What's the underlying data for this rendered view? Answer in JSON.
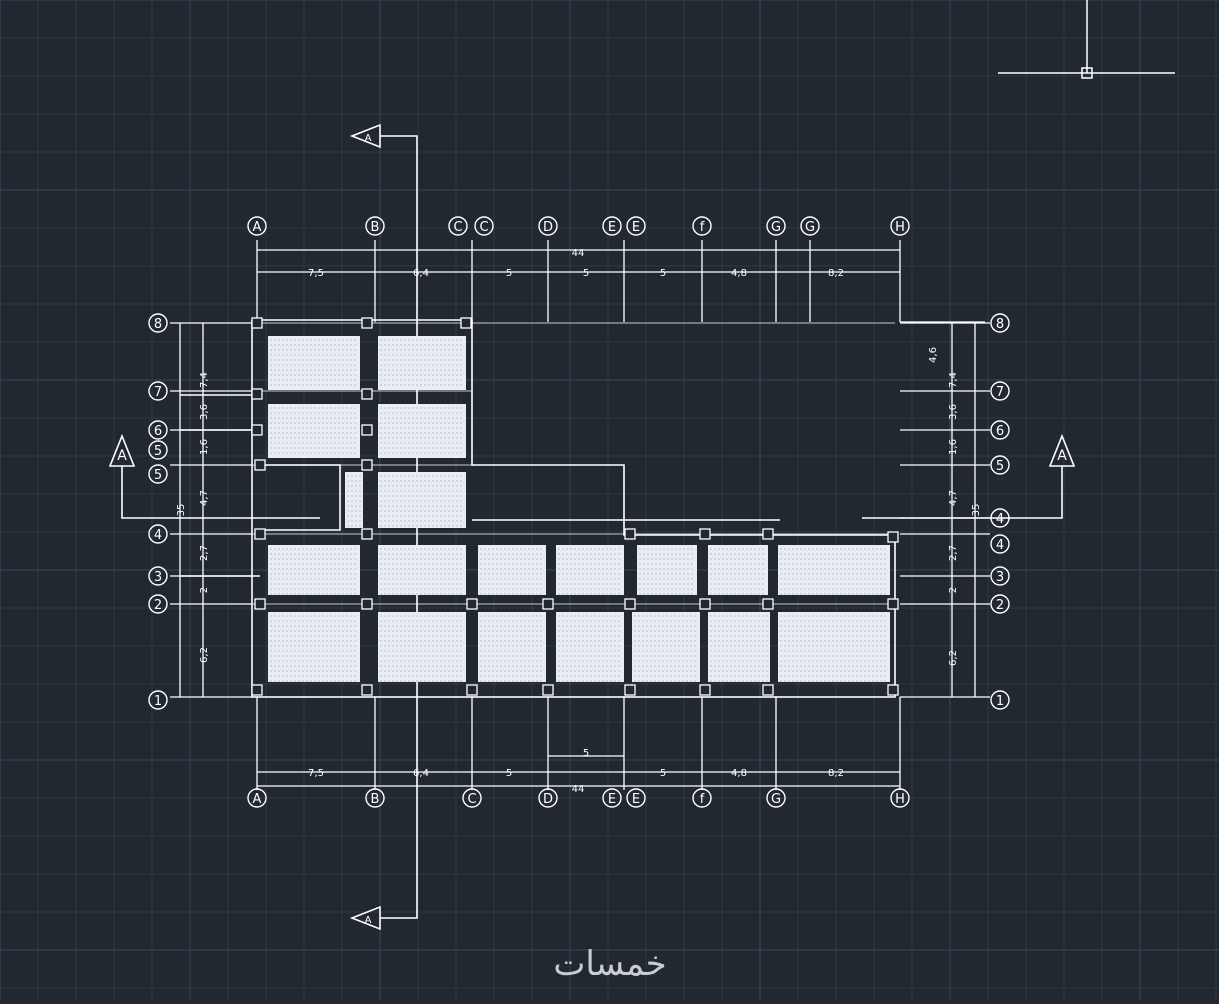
{
  "drawing": {
    "colors": {
      "background": "#212830",
      "grid": "#3a4656",
      "lines": "#ffffff",
      "panel": "#e9edf3"
    },
    "top_axes": [
      "A",
      "B",
      "C",
      "C",
      "D",
      "E",
      "E",
      "f",
      "G",
      "G",
      "H"
    ],
    "bottom_axes": [
      "A",
      "B",
      "C",
      "D",
      "E",
      "E",
      "f",
      "G",
      "H"
    ],
    "left_axes": [
      "8",
      "7",
      "6",
      "5",
      "5",
      "4",
      "3",
      "2",
      "1"
    ],
    "right_axes": [
      "8",
      "7",
      "6",
      "5",
      "4",
      "4",
      "3",
      "2",
      "1"
    ],
    "top_dims": [
      "7,5",
      "6,4",
      "5",
      "5",
      "5",
      "4,8",
      "8,2"
    ],
    "top_total": "44",
    "bottom_dims": [
      "7,5",
      "6,4",
      "5",
      "5",
      "4,8",
      "8,2"
    ],
    "bottom_extra_dim": "5",
    "bottom_total": "44",
    "left_dims": [
      "7,4",
      "3,6",
      "1,6",
      "4,7",
      "2,7",
      "2",
      "6,2"
    ],
    "left_total": "35",
    "right_dims": [
      "4,6",
      "7,4",
      "3,6",
      "1,6",
      "4,7",
      "2,7",
      "2",
      "6,2"
    ],
    "right_total": "35",
    "section_mark": "A"
  },
  "watermark": {
    "text": "خمسات",
    "label": "khamsat-logo"
  }
}
